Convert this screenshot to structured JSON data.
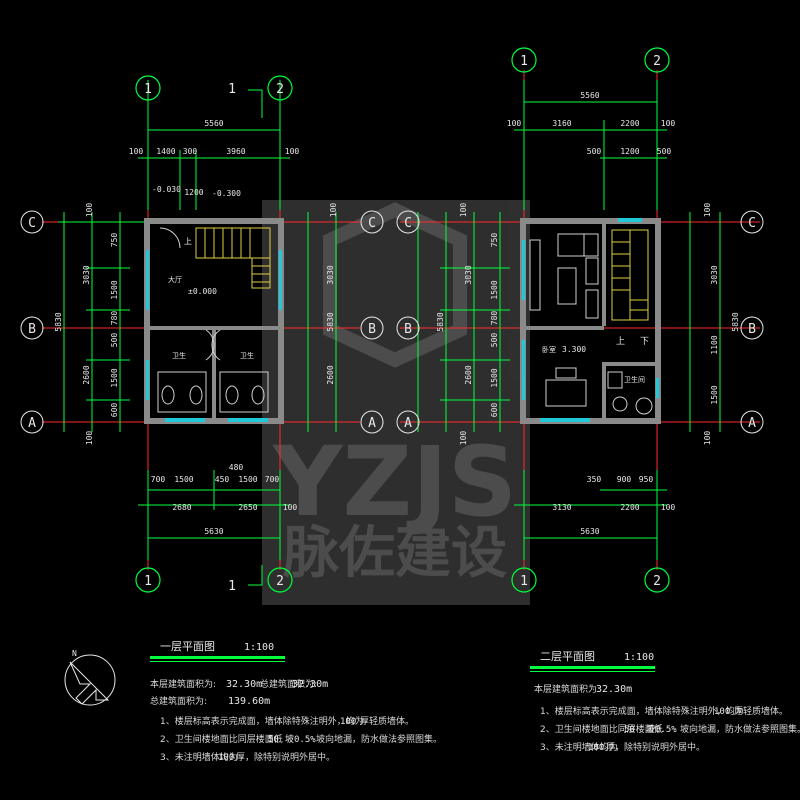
{
  "watermark": {
    "line1": "YZJS",
    "line2": "脉佐建设"
  },
  "axes": {
    "a1": "1",
    "a2": "2",
    "rA": "A",
    "rB": "B",
    "rC": "C"
  },
  "section_mark": {
    "num": "1"
  },
  "dims_top_left": {
    "total": "5560",
    "a": "100",
    "b": "1400",
    "c": "300",
    "d": "3960",
    "e": "100",
    "f": "1200"
  },
  "dims_top_right": {
    "total": "5560",
    "a": "100",
    "b": "3160",
    "c": "2200",
    "d": "100",
    "e": "500",
    "f": "1200",
    "g": "500"
  },
  "dims_bottom_left": {
    "total": "5630",
    "a": "700",
    "b": "1500",
    "c": "450",
    "d": "1500",
    "e": "700",
    "f": "2680",
    "g": "2650",
    "h": "100",
    "i": "480"
  },
  "dims_bottom_right": {
    "total": "5630",
    "a": "3130",
    "b": "2200",
    "c": "100",
    "d": "350",
    "e": "900",
    "f": "950"
  },
  "dims_side": {
    "total": "5830",
    "big": "3030",
    "mid": "2600",
    "m1": "750",
    "m2": "1500",
    "m3": "780",
    "m4": "500",
    "m5": "1500",
    "m6": "600",
    "edge": "100",
    "right2": "1100"
  },
  "levels": {
    "ext": "-0.030",
    "ext2": "-0.300",
    "floor1": "±0.000",
    "floor2": "3.300"
  },
  "rooms": {
    "hall": "大厅",
    "wc1": "卫生",
    "wc2": "卫生",
    "up": "上",
    "down": "下",
    "bedroom": "卧室",
    "wc3": "卫生间"
  },
  "plan1": {
    "title": "一层平面图",
    "scale": "1:100",
    "area_label": "本层建筑面积为:",
    "area": "32.30m",
    "area2_label": "总建筑面积为:",
    "area2": "32.30m",
    "total_label": "总建筑面积为:",
    "total": "139.60m",
    "note1": "1、楼层标高表示完成面，墙体除特殊注明外，均为",
    "note1b": "100",
    "note1c": "厚轻质墙体。",
    "note2": "2、卫生间楼地面比同层楼面低",
    "note2b": "50",
    "note2c": "坡0.5%",
    "note2d": "坡向地漏，防水做法参照图集。",
    "note3": "3、未注明墙体均为",
    "note3b": "100",
    "note3c": "厚，除特别说明外居中。"
  },
  "plan2": {
    "title": "二层平面图",
    "scale": "1:100",
    "area_label": "本层建筑面积为:",
    "area": "32.30m",
    "note1": "1、楼层标高表示完成面，墙体除特殊注明外，均为",
    "note1b": "100",
    "note1c": "厚轻质墙体。",
    "note2": "2、卫生间楼地面比同层楼面低",
    "note2b": "50",
    "note2c": "坡0.5%",
    "note2d": "坡向地漏，防水做法参照图集。",
    "note3": "3、未注明墙体均为",
    "note3b": "100",
    "note3c": "厚，除特别说明外居中。"
  },
  "colors": {
    "bg": "#000000",
    "dim": "#00ff3c",
    "axis": "#ff2a2a",
    "wall": "#8a8a8a",
    "window": "#21c8d8",
    "stair": "#e0d040",
    "text": "#e8e8e8"
  }
}
